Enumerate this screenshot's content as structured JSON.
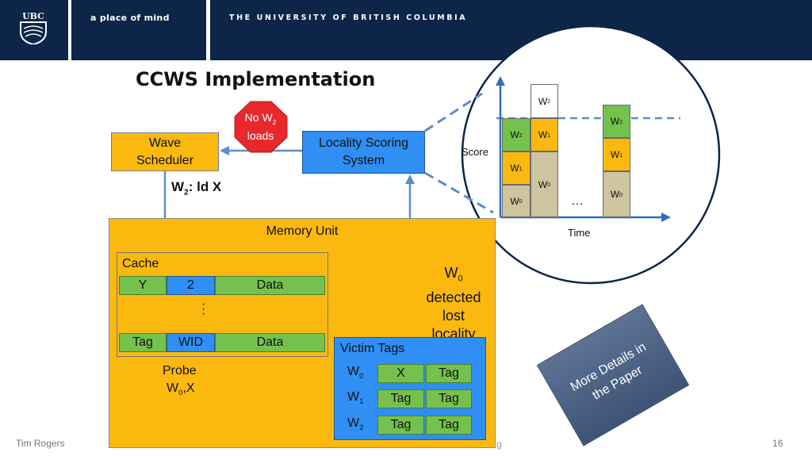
{
  "header": {
    "logo_text": "UBC",
    "tagline": "a place of mind",
    "university": "THE UNIVERSITY OF BRITISH COLUMBIA"
  },
  "title": "CCWS Implementation",
  "wave_scheduler": {
    "line1": "Wave",
    "line2": "Scheduler"
  },
  "locality_scoring": {
    "line1": "Locality Scoring",
    "line2": "System"
  },
  "stop_sign": {
    "prefix": "No W",
    "sub": "2",
    "line2": "loads"
  },
  "w2_ld": {
    "prefix": "W",
    "sub": "2",
    "suffix": ": ld X"
  },
  "memory_unit": {
    "label": "Memory Unit"
  },
  "cache": {
    "label": "Cache",
    "row1": [
      "Y",
      "2",
      "Data"
    ],
    "row2": [
      "Tag",
      "WID",
      "Data"
    ]
  },
  "probe": {
    "line1": "Probe",
    "line2_prefix": "W",
    "line2_sub": "0",
    "line2_suffix": ",X"
  },
  "lost_locality": {
    "prefix": "W",
    "sub": "0",
    "line2": "detected",
    "line3": "lost",
    "line4": "locality"
  },
  "victim_tags": {
    "label": "Victim Tags",
    "rows": [
      {
        "w": "W",
        "sub": "0",
        "tags": [
          "X",
          "Tag"
        ]
      },
      {
        "w": "W",
        "sub": "1",
        "tags": [
          "Tag",
          "Tag"
        ]
      },
      {
        "w": "W",
        "sub": "2",
        "tags": [
          "Tag",
          "Tag"
        ]
      }
    ]
  },
  "score_chart": {
    "ylabel": "Score",
    "xlabel": "Time",
    "ellipsis": "…",
    "col1": [
      "W",
      "W",
      "W"
    ],
    "col1_subs": [
      "2",
      "1",
      "0"
    ],
    "col2": [
      "W",
      "W",
      "W"
    ],
    "col2_subs": [
      "2",
      "1",
      "0"
    ],
    "col3": [
      "W",
      "W",
      "W"
    ],
    "col3_subs": [
      "2",
      "1",
      "0"
    ]
  },
  "details": "More Details in the Paper",
  "footer": {
    "author": "Tim Rogers",
    "page": "16",
    "fragment": "g"
  },
  "colors": {
    "navy": "#0c2548",
    "gold": "#fbb910",
    "blue": "#2f8ff5",
    "green": "#74c24d",
    "red": "#e8282b",
    "tan": "#cfc4a0"
  }
}
